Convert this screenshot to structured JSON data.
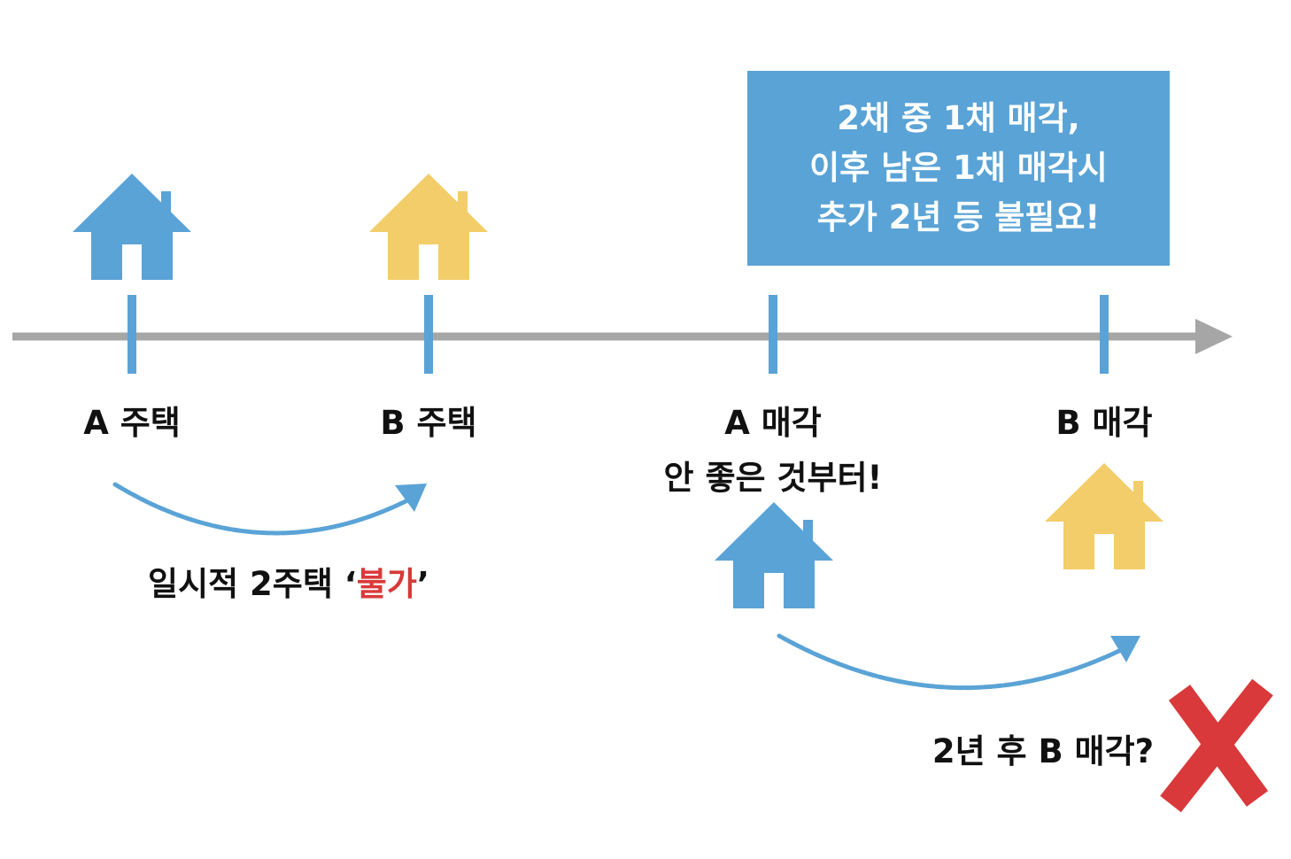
{
  "colors": {
    "blue": "#5aa3d6",
    "yellow": "#f3cd6a",
    "gray": "#a6a6a6",
    "red": "#d9393a",
    "text": "#111111"
  },
  "note": {
    "lines": [
      "2채 중 1채 매각,",
      "이후 남은 1채 매각시",
      "추가 2년 등 불필요!"
    ]
  },
  "timeline": {
    "ticks": [
      {
        "label": "A 주택"
      },
      {
        "label": "B 주택"
      },
      {
        "label": "A 매각",
        "sub": "안 좋은 것부터!"
      },
      {
        "label": "B 매각"
      }
    ]
  },
  "captions": {
    "left_prefix": "일시적 2주택 ‘",
    "left_emph": "불가",
    "left_suffix": "’",
    "right": "2년 후 B 매각?"
  },
  "icons": [
    "house-icon",
    "arrow-icon",
    "curved-arrow-icon",
    "cross-icon"
  ]
}
